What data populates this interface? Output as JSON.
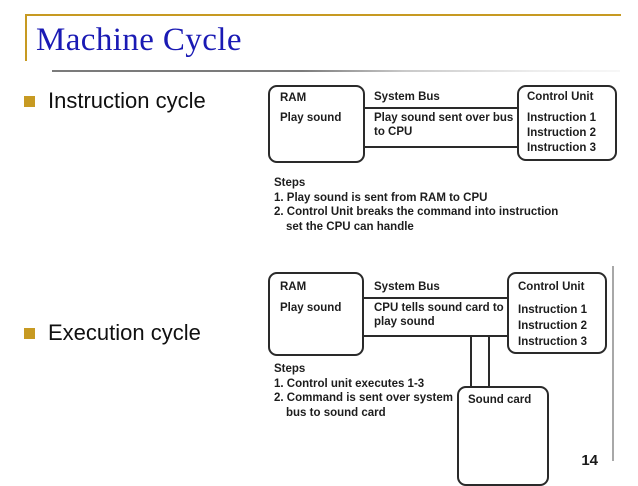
{
  "slide": {
    "title": "Machine Cycle",
    "page_number": "14",
    "accent_color": "#c79a22",
    "title_color": "#1a1ab4",
    "rule_color": "#7b7b7b"
  },
  "bullets": [
    {
      "label": "Instruction cycle"
    },
    {
      "label": "Execution cycle"
    }
  ],
  "figures": [
    {
      "name": "instruction-cycle-diagram",
      "ram": {
        "title": "RAM",
        "detail": "Play sound"
      },
      "bus": {
        "title": "System Bus",
        "detail": "Play sound sent over bus to CPU"
      },
      "control_unit": {
        "title": "Control Unit",
        "instructions": [
          "Instruction 1",
          "Instruction 2",
          "Instruction 3"
        ]
      },
      "steps": {
        "heading": "Steps",
        "items": [
          "1. Play sound is sent from RAM to CPU",
          "2. Control Unit breaks the command into instruction",
          "set the CPU can handle"
        ]
      }
    },
    {
      "name": "execution-cycle-diagram",
      "ram": {
        "title": "RAM",
        "detail": "Play sound"
      },
      "bus": {
        "title": "System Bus",
        "detail": "CPU tells sound card to play sound"
      },
      "control_unit": {
        "title": "Control Unit",
        "instructions": [
          "Instruction 1",
          "Instruction 2",
          "Instruction 3"
        ]
      },
      "sound_card": {
        "title": "Sound card"
      },
      "steps": {
        "heading": "Steps",
        "items": [
          "1. Control unit executes 1-3",
          "2. Command is sent over system",
          "bus to sound card"
        ]
      }
    }
  ]
}
